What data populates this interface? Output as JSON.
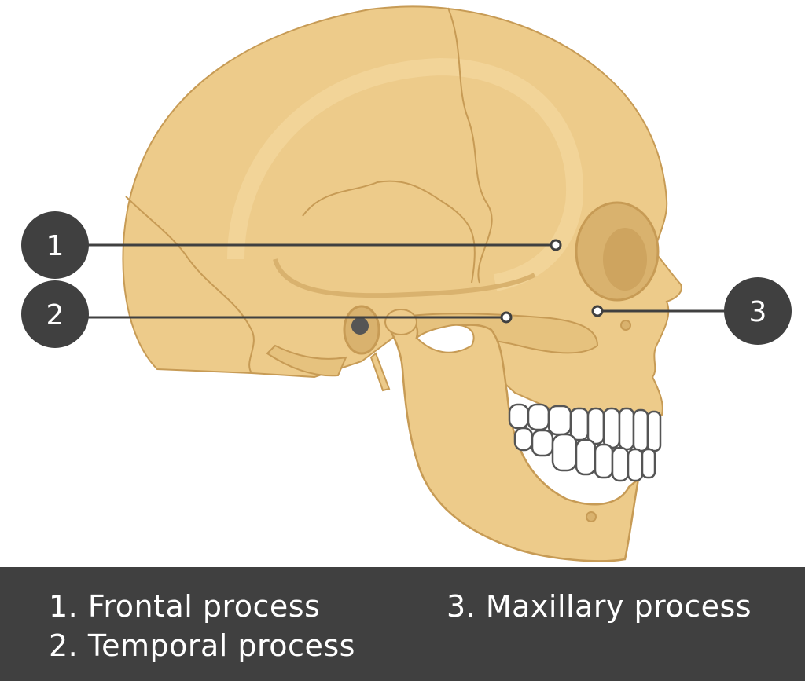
{
  "markers": [
    {
      "number": "1"
    },
    {
      "number": "2"
    },
    {
      "number": "3"
    }
  ],
  "legend": [
    {
      "text": "1. Frontal process"
    },
    {
      "text": "2. Temporal process"
    },
    {
      "text": "3. Maxillary process"
    }
  ],
  "colors": {
    "bone": "#EDCB8A",
    "bone_shadow": "#D9B26E",
    "bone_outline": "#C79B55",
    "teeth": "#FFFFFF",
    "marker": "#404040",
    "legend_bg": "#404040"
  }
}
